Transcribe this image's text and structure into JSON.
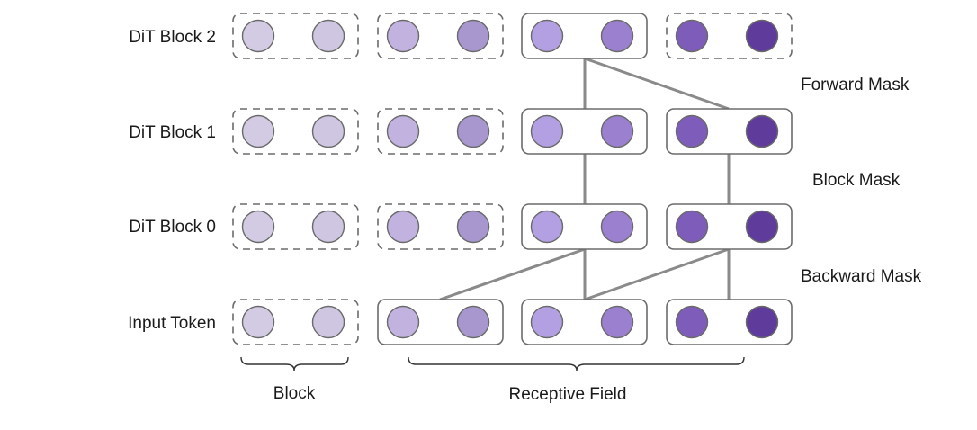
{
  "rows": [
    {
      "label": "DiT Block 2",
      "boxes": [
        "dashed",
        "dashed",
        "solid",
        "dashed"
      ]
    },
    {
      "label": "DiT Block 1",
      "boxes": [
        "dashed",
        "dashed",
        "solid",
        "solid"
      ]
    },
    {
      "label": "DiT Block 0",
      "boxes": [
        "dashed",
        "dashed",
        "solid",
        "solid"
      ]
    },
    {
      "label": "Input Token",
      "boxes": [
        "dashed",
        "solid",
        "solid",
        "solid"
      ]
    }
  ],
  "token_colors": [
    "#d3cbe3",
    "#cfc6e2",
    "#c2b2e0",
    "#a897cf",
    "#b3a0e2",
    "#9a80cf",
    "#7e5cb9",
    "#5f3c9c"
  ],
  "mask_labels": {
    "forward": "Forward Mask",
    "block": "Block Mask",
    "backward": "Backward Mask"
  },
  "brace_labels": {
    "block": "Block",
    "receptive_field": "Receptive Field"
  },
  "line_color": "#8a8a8a",
  "box_border_color": "#6b6b6b"
}
